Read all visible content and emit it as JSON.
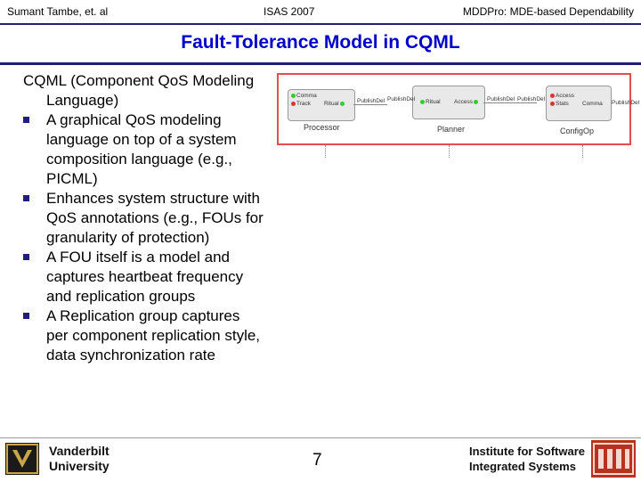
{
  "header": {
    "author": "Sumant Tambe, et. al",
    "conference": "ISAS 2007",
    "project": "MDDPro: MDE-based Dependability"
  },
  "title": "Fault-Tolerance Model in CQML",
  "intro": "CQML (Component QoS Modeling Language)",
  "bullets": [
    "A graphical QoS modeling language on top of a system composition language (e.g., PICML)",
    "Enhances system structure with QoS annotations (e.g., FOUs for granularity of protection)",
    "A FOU itself is a model and captures heartbeat frequency and replication groups",
    "A Replication group captures per component replication style, data synchronization rate"
  ],
  "diagram": {
    "components": [
      {
        "name": "Processor",
        "ports": [
          "Comma",
          "Track",
          "Ritual"
        ],
        "out": "PublishDel"
      },
      {
        "name": "Planner",
        "ports": [
          "Ritual",
          "Access"
        ],
        "out": "PublishDel"
      },
      {
        "name": "ConfigOp",
        "ports": [
          "Access",
          "Stats",
          "Comma"
        ],
        "out": "PublishDel"
      }
    ]
  },
  "footer": {
    "left_logo_line1": "Vanderbilt",
    "left_logo_line2": "University",
    "page_number": "7",
    "right_logo_line1": "Institute for Software",
    "right_logo_line2": "Integrated Systems"
  },
  "colors": {
    "title": "#0000cc",
    "rule": "#1f1f7a",
    "diagram_border": "#e05050",
    "isis_logo": "#b8321f"
  }
}
